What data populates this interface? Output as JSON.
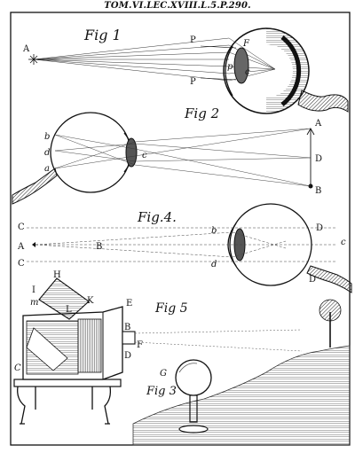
{
  "header": {
    "plate_ref": "TOM.VI.LEC.XVIII.L.5.P.290."
  },
  "fig1": {
    "title": "Fig 1",
    "labels": {
      "A": "A",
      "P_top": "P",
      "P_bottom": "P",
      "F": "F",
      "p": "p",
      "c": "c"
    }
  },
  "fig2": {
    "title": "Fig 2",
    "labels": {
      "A": "A",
      "D": "D",
      "B": "B",
      "b": "b",
      "d": "d",
      "a": "a",
      "c": "c"
    }
  },
  "fig4": {
    "title": "Fig.4.",
    "labels": {
      "A": "A",
      "B": "B",
      "C_top": "C",
      "C_bottom": "C",
      "b": "b",
      "d": "d",
      "D_top": "D",
      "D_bottom": "D",
      "c": "c"
    }
  },
  "fig5": {
    "title": "Fig 5",
    "labels": {
      "H": "H",
      "I": "I",
      "K": "K",
      "L": "L",
      "m": "m",
      "E": "E",
      "B": "B",
      "F": "F",
      "D": "D",
      "C": "C"
    }
  },
  "fig3": {
    "title": "Fig 3",
    "labels": {
      "G": "G"
    }
  }
}
